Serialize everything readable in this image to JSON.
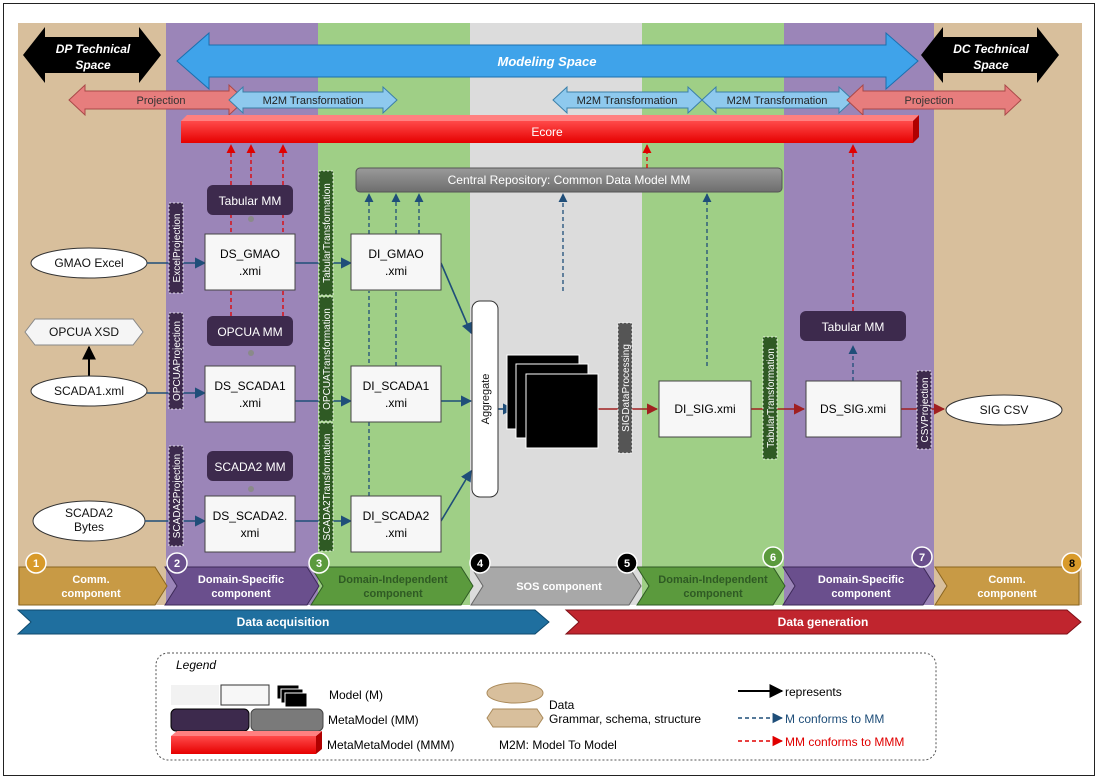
{
  "spaces": {
    "dp": "DP  Technical Space",
    "dp_lines": [
      "DP  Technical",
      "Space"
    ],
    "modeling": "Modeling Space",
    "dc_lines": [
      "DC Technical",
      "Space"
    ]
  },
  "bands": {
    "projection": "Projection",
    "m2m": "M2M Transformation",
    "ecore": "Ecore",
    "central_repo": "Central Repository: Common Data Model MM"
  },
  "metamodels": {
    "tabular": "Tabular MM",
    "opcua": "OPCUA MM",
    "scada2": "SCADA2 MM",
    "tabular_right": "Tabular MM"
  },
  "data": {
    "gmao_excel": "GMAO Excel",
    "opcua_xsd": "OPCUA XSD",
    "scada1_xml": "SCADA1.xml",
    "scada2_lines": [
      "SCADA2",
      "Bytes"
    ],
    "sig_csv": "SIG CSV"
  },
  "models": {
    "ds_gmao": [
      "DS_GMAO",
      ".xmi"
    ],
    "ds_scada1": [
      "DS_SCADA1",
      ".xmi"
    ],
    "ds_scada2": [
      "DS_SCADA2.",
      "xmi"
    ],
    "di_gmao": [
      "DI_GMAO",
      ".xmi"
    ],
    "di_scada1": [
      "DI_SCADA1",
      ".xmi"
    ],
    "di_scada2": [
      "DI_SCADA2",
      ".xmi"
    ],
    "di_sig": "DI_SIG.xmi",
    "ds_sig": "DS_SIG.xmi"
  },
  "transforms": {
    "excel_projection": "ExcelProjection",
    "opcua_projection": "OPCUAProjection",
    "scada2_projection": "SCADA2Projection",
    "tabular_transformation": "TabularTransformation",
    "opcua_transformation": "OPCUATransformation",
    "scada2_transformation": "SCADA2Transformation",
    "aggregate": "Aggregate",
    "sig_data_processing": "SIGDataProcessing",
    "tabular_transformation_right": "TabularTransformation",
    "csv_projection": "CSVProjection"
  },
  "components": [
    {
      "num": "1",
      "lines": [
        "Comm.",
        "component"
      ]
    },
    {
      "num": "2",
      "lines": [
        "Domain-Specific",
        "component"
      ]
    },
    {
      "num": "3",
      "lines": [
        "Domain-Independent",
        "component"
      ]
    },
    {
      "num": "4",
      "lines": [
        "SOS component"
      ]
    },
    {
      "num": "5",
      "lines": [
        "Domain-Independent",
        "component"
      ]
    },
    {
      "num": "6",
      "lines": [
        "Domain-Specific",
        "component"
      ]
    },
    {
      "num": "7",
      "lines": [
        "Comm.",
        "component"
      ]
    },
    {
      "num": "8",
      "lines": []
    }
  ],
  "phases": {
    "acquisition": "Data acquisition",
    "generation": "Data generation"
  },
  "legend": {
    "title": "Legend",
    "model": "Model (M)",
    "metamodel": "MetaModel (MM)",
    "metametamodel": "MetaMetaModel (MMM)",
    "data": "Data",
    "grammar": "Grammar, schema, structure",
    "m2m": "M2M:   Model To Model",
    "represents": "represents",
    "m_conforms": "M conforms to MM",
    "mm_conforms": "MM conforms to MMM"
  },
  "colors": {
    "comm_band": "#d8bf9c",
    "ds_band": "#9b85b8",
    "di_band": "#9fcf86",
    "sos_band": "#dcdcdc",
    "ecore": "#ff0000",
    "metamodel": "#3d2a4d",
    "modeling_arrow": "#3fa3ea",
    "projection_arrow": "#e77d7d",
    "m2m_arrow": "#8ec9ee",
    "acquisition": "#1f6f9f",
    "generation": "#c0252e",
    "m_conform": "#1f4e79",
    "mm_conform": "#e00000"
  }
}
